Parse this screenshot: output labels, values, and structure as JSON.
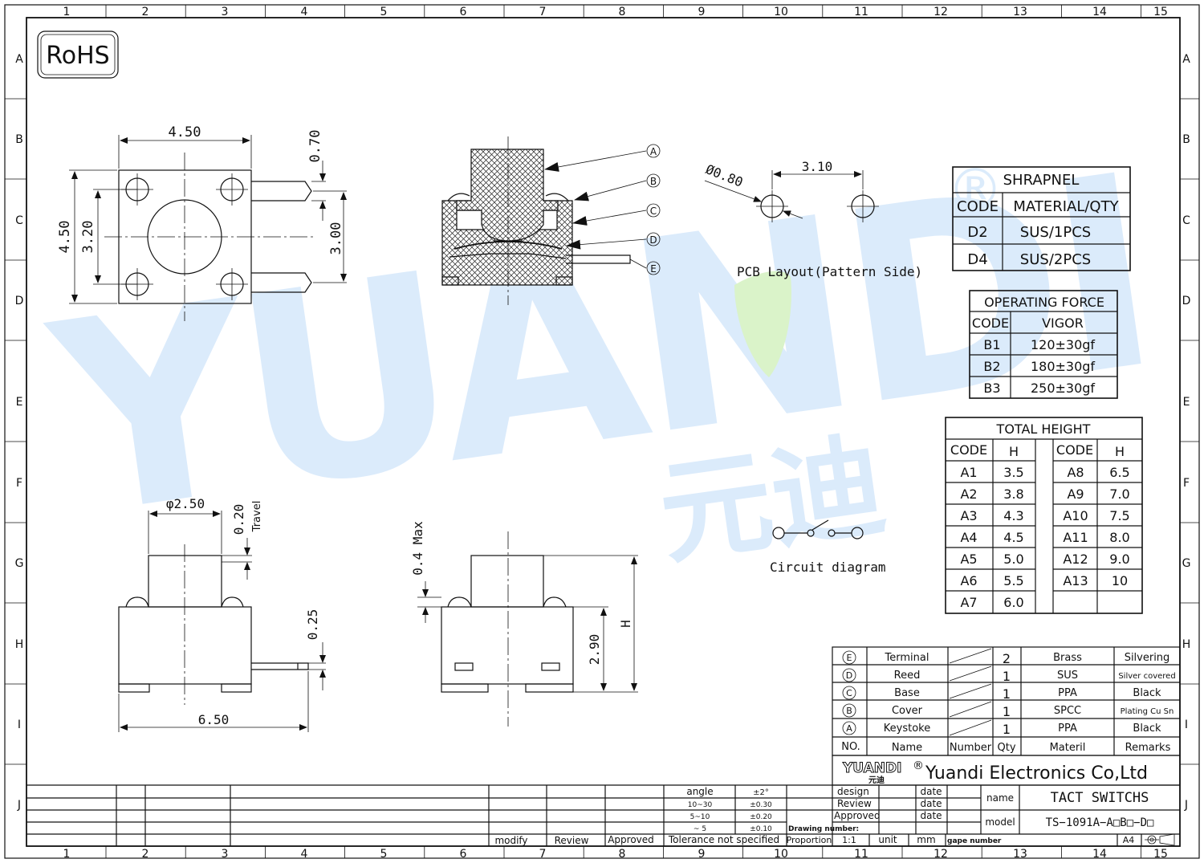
{
  "border": {
    "columns": [
      "1",
      "2",
      "3",
      "4",
      "5",
      "6",
      "7",
      "8",
      "9",
      "10",
      "11",
      "12",
      "13",
      "14",
      "15"
    ],
    "rows": [
      "A",
      "B",
      "C",
      "D",
      "E",
      "F",
      "G",
      "H",
      "I",
      "J"
    ]
  },
  "badge": {
    "rohs": "RoHS"
  },
  "watermark": {
    "text": "YUANDI",
    "registered": "®",
    "cn": "元迪"
  },
  "top_view": {
    "width": "4.50",
    "height": "4.50",
    "pin_pitch": "3.20",
    "pin_span": "3.00",
    "pin_width": "0.70"
  },
  "section_view": {
    "callouts": [
      "A",
      "B",
      "C",
      "D",
      "E"
    ]
  },
  "pcb": {
    "hole_dia": "Ø0.80",
    "hole_pitch": "3.10",
    "caption": "PCB Layout(Pattern Side)"
  },
  "circuit": {
    "caption": "Circuit diagram"
  },
  "front_view": {
    "button_dia": "φ2.50",
    "travel": "0.20",
    "travel_label": "Travel",
    "pin_thick": "0.25",
    "length": "6.50"
  },
  "side_view": {
    "max_label": "0.4 Max",
    "body_h": "2.90",
    "total_h": "H"
  },
  "shrapnel": {
    "title": "SHRAPNEL",
    "headers": [
      "CODE",
      "MATERIAL/QTY"
    ],
    "rows": [
      [
        "D2",
        "SUS/1PCS"
      ],
      [
        "D4",
        "SUS/2PCS"
      ]
    ]
  },
  "force": {
    "title": "OPERATING  FORCE",
    "headers": [
      "CODE",
      "VIGOR"
    ],
    "rows": [
      [
        "B1",
        "120±30gf"
      ],
      [
        "B2",
        "180±30gf"
      ],
      [
        "B3",
        "250±30gf"
      ]
    ]
  },
  "height": {
    "title": "TOTAL  HEIGHT",
    "headers": [
      "CODE",
      "H",
      "CODE",
      "H"
    ],
    "rows": [
      [
        "A1",
        "3.5",
        "A8",
        "6.5"
      ],
      [
        "A2",
        "3.8",
        "A9",
        "7.0"
      ],
      [
        "A3",
        "4.3",
        "A10",
        "7.5"
      ],
      [
        "A4",
        "4.5",
        "A11",
        "8.0"
      ],
      [
        "A5",
        "5.0",
        "A12",
        "9.0"
      ],
      [
        "A6",
        "5.5",
        "A13",
        "10"
      ],
      [
        "A7",
        "6.0",
        "",
        ""
      ]
    ]
  },
  "bom": {
    "rows": [
      [
        "E",
        "Terminal",
        "2",
        "Brass",
        "Silvering"
      ],
      [
        "D",
        "Reed",
        "1",
        "SUS",
        "Silver covered"
      ],
      [
        "C",
        "Base",
        "1",
        "PPA",
        "Black"
      ],
      [
        "B",
        "Cover",
        "1",
        "SPCC",
        "Plating Cu Sn"
      ],
      [
        "A",
        "Keystoke",
        "1",
        "PPA",
        "Black"
      ]
    ],
    "headers": [
      "NO.",
      "Name",
      "Number",
      "Qty",
      "Materil",
      "Remarks"
    ]
  },
  "title_block": {
    "logo": "YUANDI",
    "logo_cn": "元迪",
    "reg": "®",
    "company": "Yuandi Electronics Co,Ltd",
    "design": "design",
    "review": "Review",
    "approved": "Approved",
    "date": "date",
    "name_label": "name",
    "name_value": "TACT  SWITCHS",
    "model_label": "model",
    "model_value": "TS−1091A−A□B□−D□",
    "drawing_number": "Drawing  number:",
    "proportion": "Proportion",
    "scale": "1:1",
    "unit_label": "unit",
    "unit": "mm",
    "gape_number": "gape number",
    "paper": "A4"
  },
  "tolerance": {
    "rows": [
      [
        "angle",
        "±2°"
      ],
      [
        "10~30",
        "±0.30"
      ],
      [
        "5~10",
        "±0.20"
      ],
      [
        "~ 5",
        "±0.10"
      ]
    ],
    "footer": "Tolerance  not  specified"
  },
  "revision": {
    "modify": "modify",
    "review": "Review",
    "approved": "Approved"
  }
}
